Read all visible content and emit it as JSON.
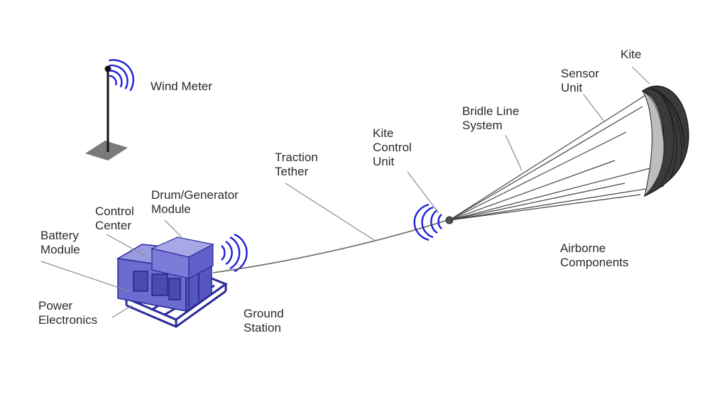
{
  "colors": {
    "signal": "#1f1fd6",
    "station_fill": "#6b6bd0",
    "station_edge": "#2a2a9a",
    "line": "#777777",
    "kite_dark": "#2b2b2b",
    "kite_mid": "#9a9a9a",
    "label_text": "#2a2a2a"
  },
  "icons": {
    "wind_meter": "signal-waves-icon",
    "ground_station": "signal-waves-icon",
    "kite_control_unit": "signal-waves-icon"
  },
  "labels": {
    "wind_meter": [
      "Wind Meter"
    ],
    "kite": [
      "Kite"
    ],
    "sensor_unit": [
      "Sensor",
      "Unit"
    ],
    "bridle_line_system": [
      "Bridle Line",
      "System"
    ],
    "kite_control_unit": [
      "Kite",
      "Control",
      "Unit"
    ],
    "traction_tether": [
      "Traction",
      "Tether"
    ],
    "drum_generator_module": [
      "Drum/Generator",
      "Module"
    ],
    "control_center": [
      "Control",
      "Center"
    ],
    "battery_module": [
      "Battery",
      "Module"
    ],
    "power_electronics": [
      "Power",
      "Electronics"
    ],
    "ground_station": [
      "Ground",
      "Station"
    ],
    "airborne_components": [
      "Airborne",
      "Components"
    ]
  }
}
